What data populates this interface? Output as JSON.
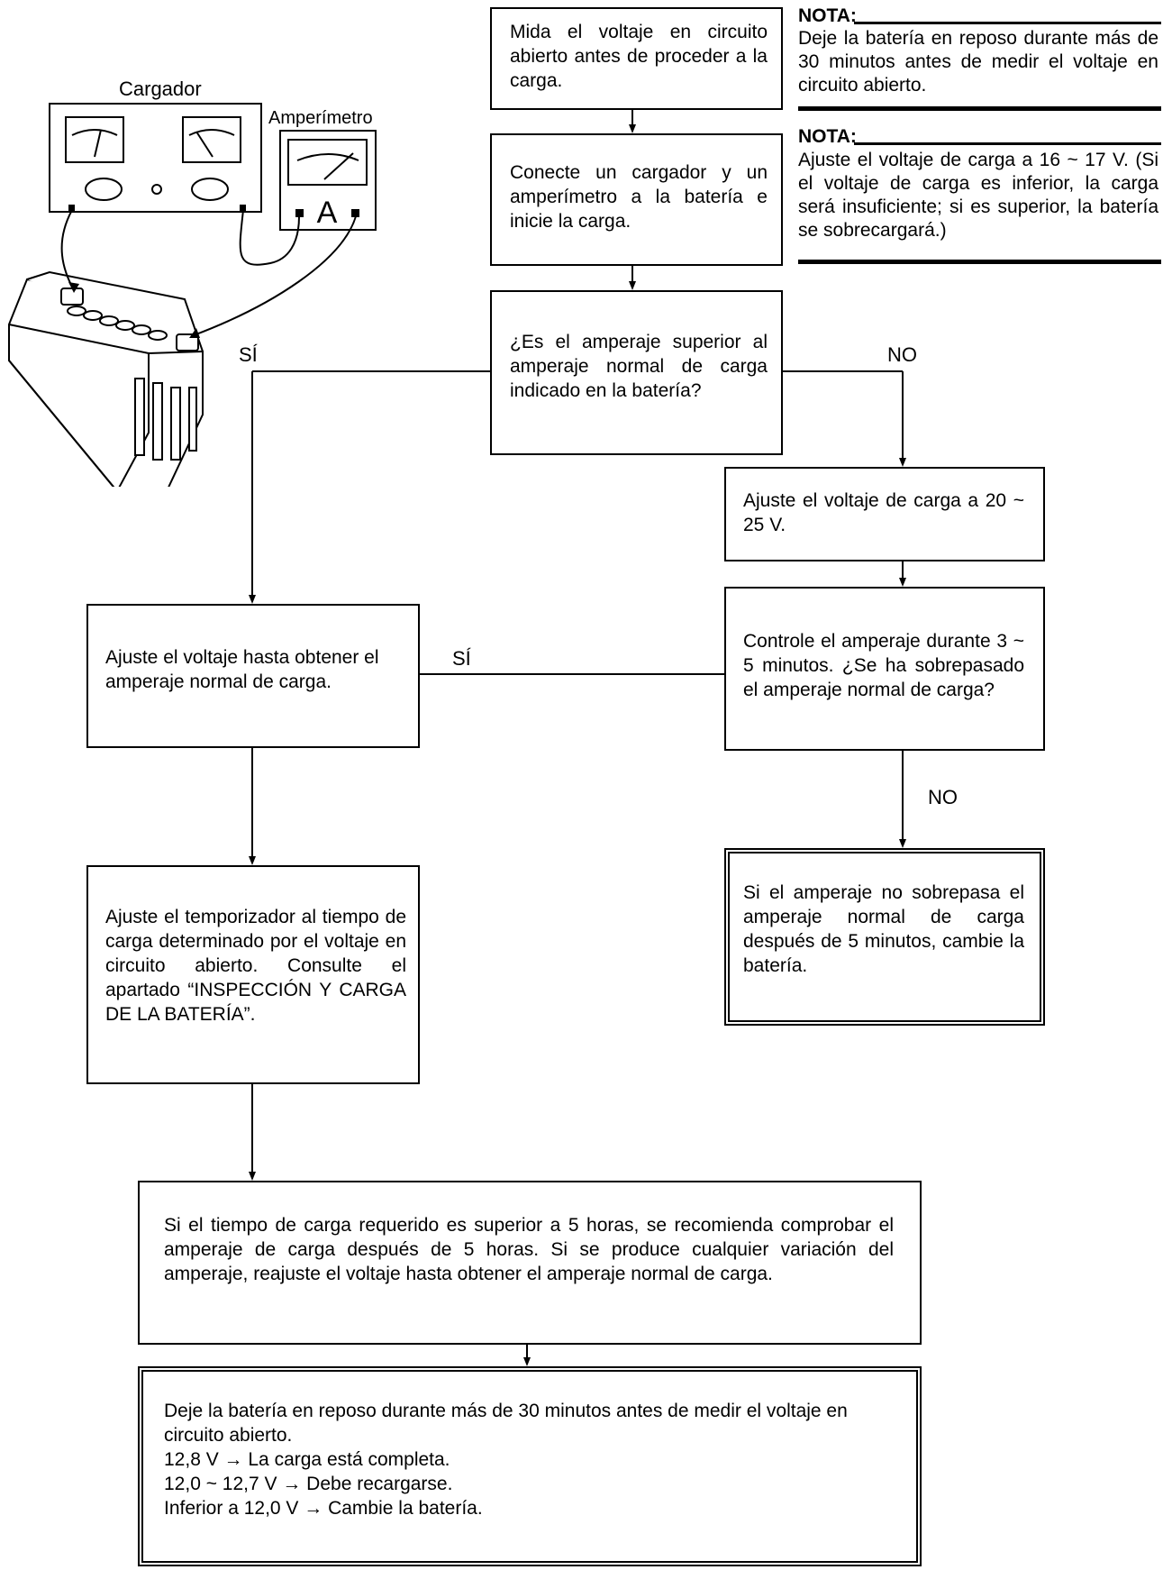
{
  "illustration": {
    "charger_label": "Cargador",
    "ammeter_label": "Amperímetro",
    "ammeter_glyph": "A"
  },
  "steps": {
    "measure_ocv": "Mida el voltaje en circuito abierto antes de proceder a la carga.",
    "connect": "Conecte un cargador y un amperímetro a la batería e inicie la carga.",
    "question_amperage": "¿Es el amperaje superior al amperaje normal de carga indicado en la batería?",
    "adjust_20_25": "Ajuste el voltaje de carga a 20 ~ 25 V.",
    "monitor": "Controle el amperaje durante 3 ~ 5 minutos. ¿Se ha sobrepasado el amperaje normal de carga?",
    "adjust_until": "Ajuste el voltaje hasta obtener el amperaje normal de carga.",
    "replace_battery": "Si el amperaje no sobrepasa el amperaje normal de carga después de 5 minutos, cambie la batería.",
    "timer": "Ajuste el temporizador al tiempo de carga determinado por el voltaje en circuito abierto. Consulte el apartado “INSPECCIÓN Y CARGA DE LA BATERÍA”.",
    "five_hours": "Si el tiempo de carga requerido es superior a 5 horas, se recomienda comprobar el amperaje de carga después de 5 horas. Si se produce cualquier variación del amperaje, reajuste el voltaje hasta obtener el amperaje normal de carga.",
    "final": "Deje la batería en reposo durante más de 30 minutos antes de medir el voltaje en circuito abierto.\n12,8 V → La carga está completa.\n12,0 ~ 12,7 V → Debe recargarse.\nInferior a 12,0 V → Cambie la batería."
  },
  "labels": {
    "yes": "SÍ",
    "no": "NO"
  },
  "notes": [
    {
      "title": "NOTA:",
      "text": "Deje la batería en reposo durante más de 30 minutos antes de medir el voltaje en circuito abierto."
    },
    {
      "title": "NOTA:",
      "text": "Ajuste el voltaje de carga a 16 ~ 17 V. (Si el voltaje de carga es inferior, la carga será insuficiente; si es superior, la batería se sobrecargará.)"
    }
  ]
}
